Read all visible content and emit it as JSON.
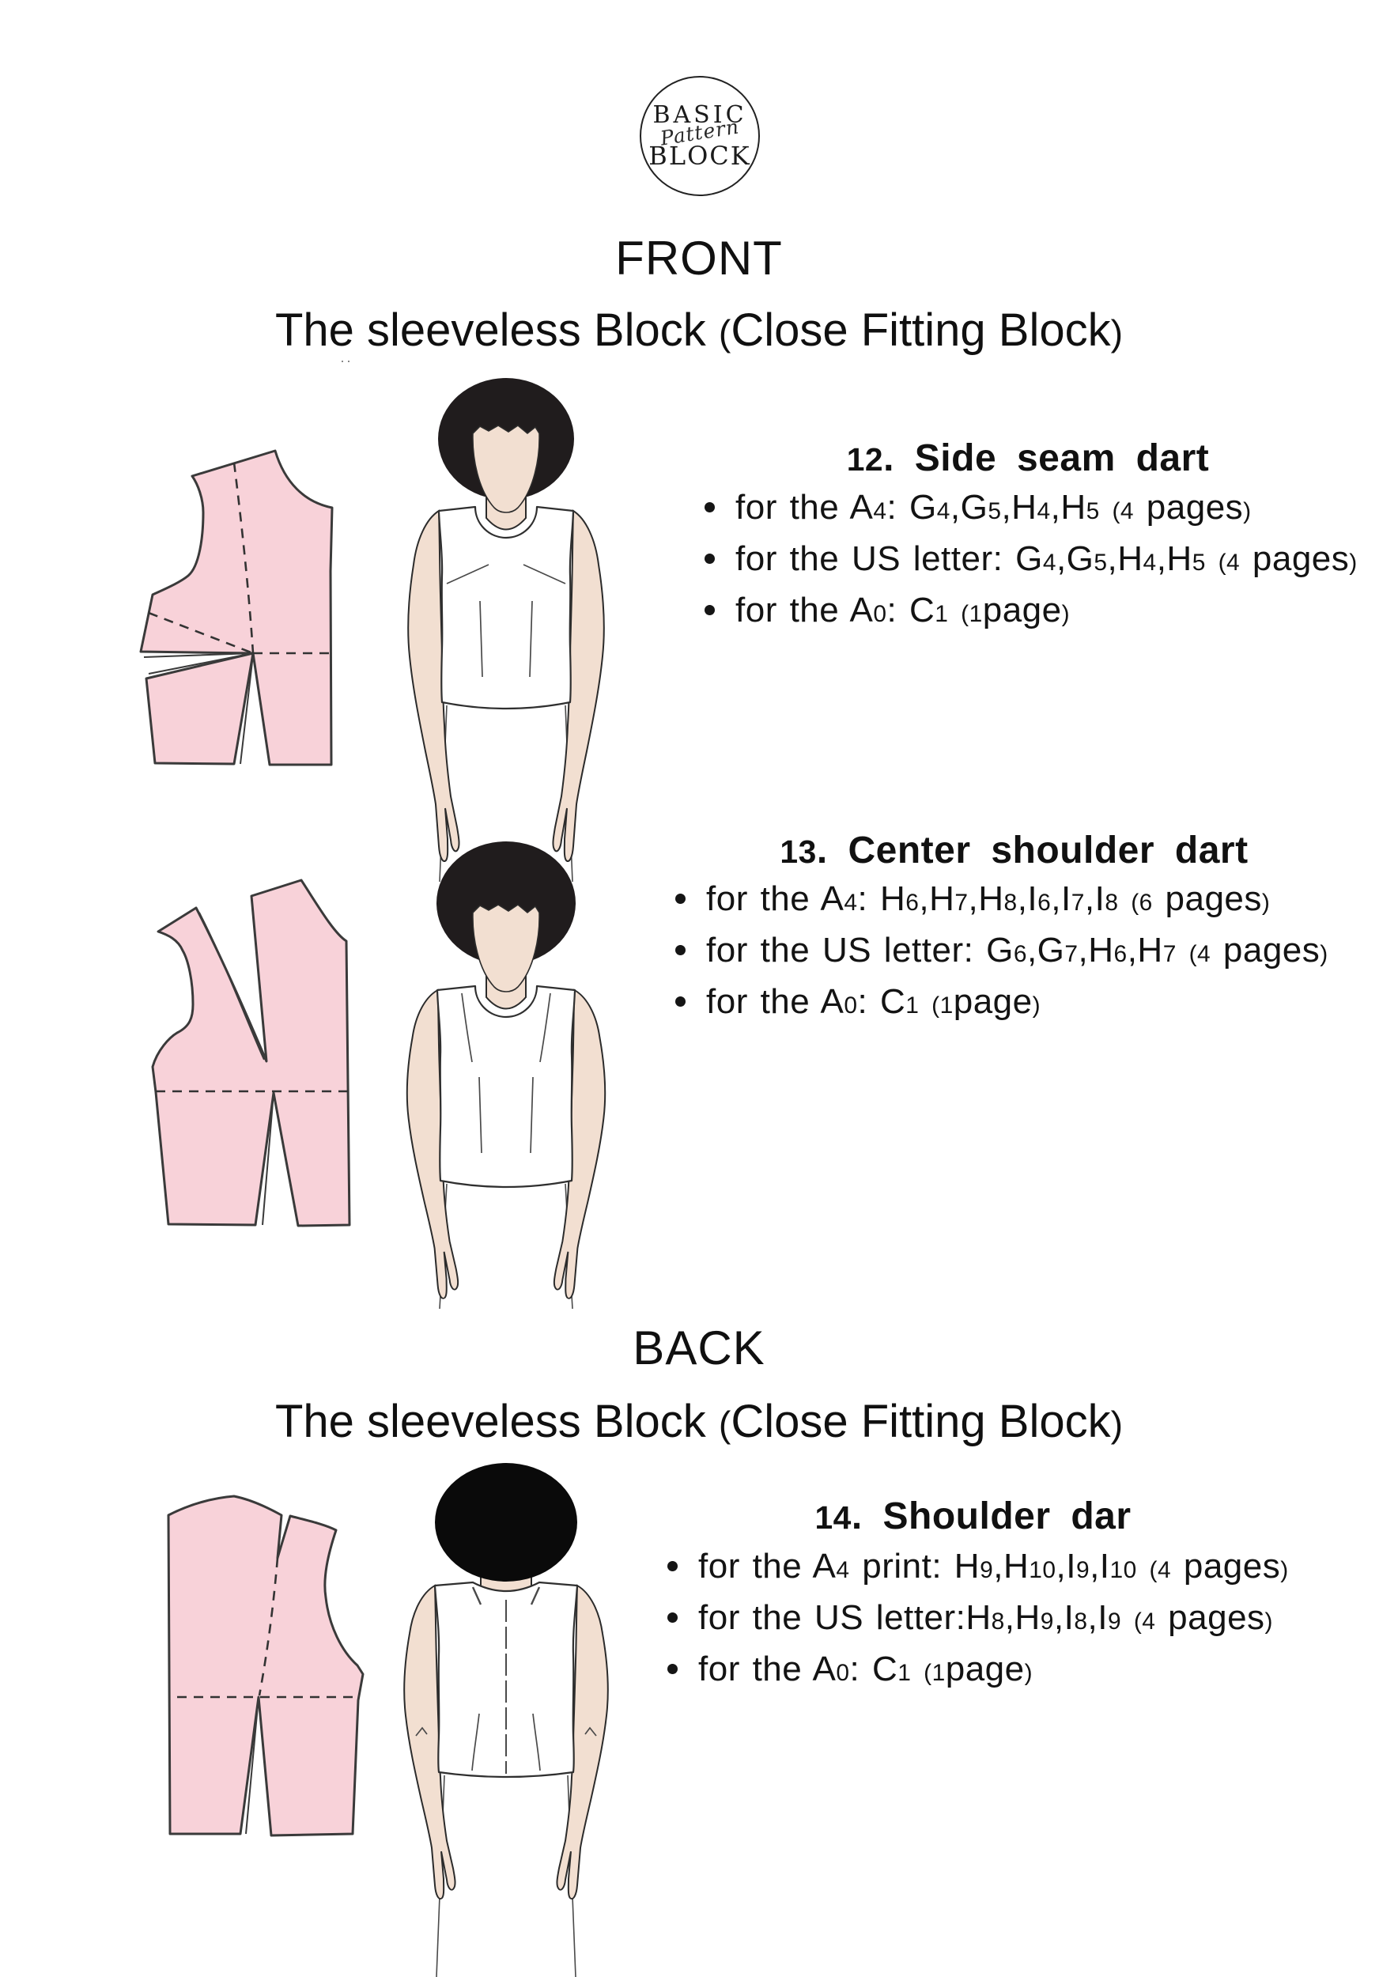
{
  "logo": {
    "top_word": "BASIC",
    "script_word": "Pattern",
    "bottom_word": "BLOCK"
  },
  "front": {
    "heading": "FRONT",
    "subtitle": "The sleeveless Block (Close Fitting Block)"
  },
  "back": {
    "heading": "BACK",
    "subtitle": "The sleeveless Block (Close Fitting Block)"
  },
  "sections": [
    {
      "title": "12. Side seam dart",
      "bullets": [
        "for the A4: G4,G5,H4,H5 (4 pages)",
        "for the US letter: G4,G5,H4,H5 (4 pages)",
        "for the A0: C1 (1page)"
      ]
    },
    {
      "title": "13. Center shoulder dart",
      "bullets": [
        "for the A4: H6,H7,H8,I6,I7,I8 (6 pages)",
        "for the US letter: G6,G7,H6,H7 (4 pages)",
        "for the A0: C1 (1page)"
      ]
    },
    {
      "title": "14. Shoulder dar",
      "bullets": [
        "for the A4 print: H9,H10,I9,I10 (4 pages)",
        "for the US letter:H8,H9,I8,I9 (4 pages)",
        "for the A0: C1 (1page)"
      ]
    }
  ],
  "decorations": {
    "tiny_dots": "··"
  },
  "colors": {
    "pattern_pink": "#f8d2d9",
    "pattern_outline": "#3a3a3a",
    "skin": "#f2dfd1",
    "hair_front": "#201c1d",
    "hair_back": "#0a0a0a",
    "ink": "#141414"
  }
}
